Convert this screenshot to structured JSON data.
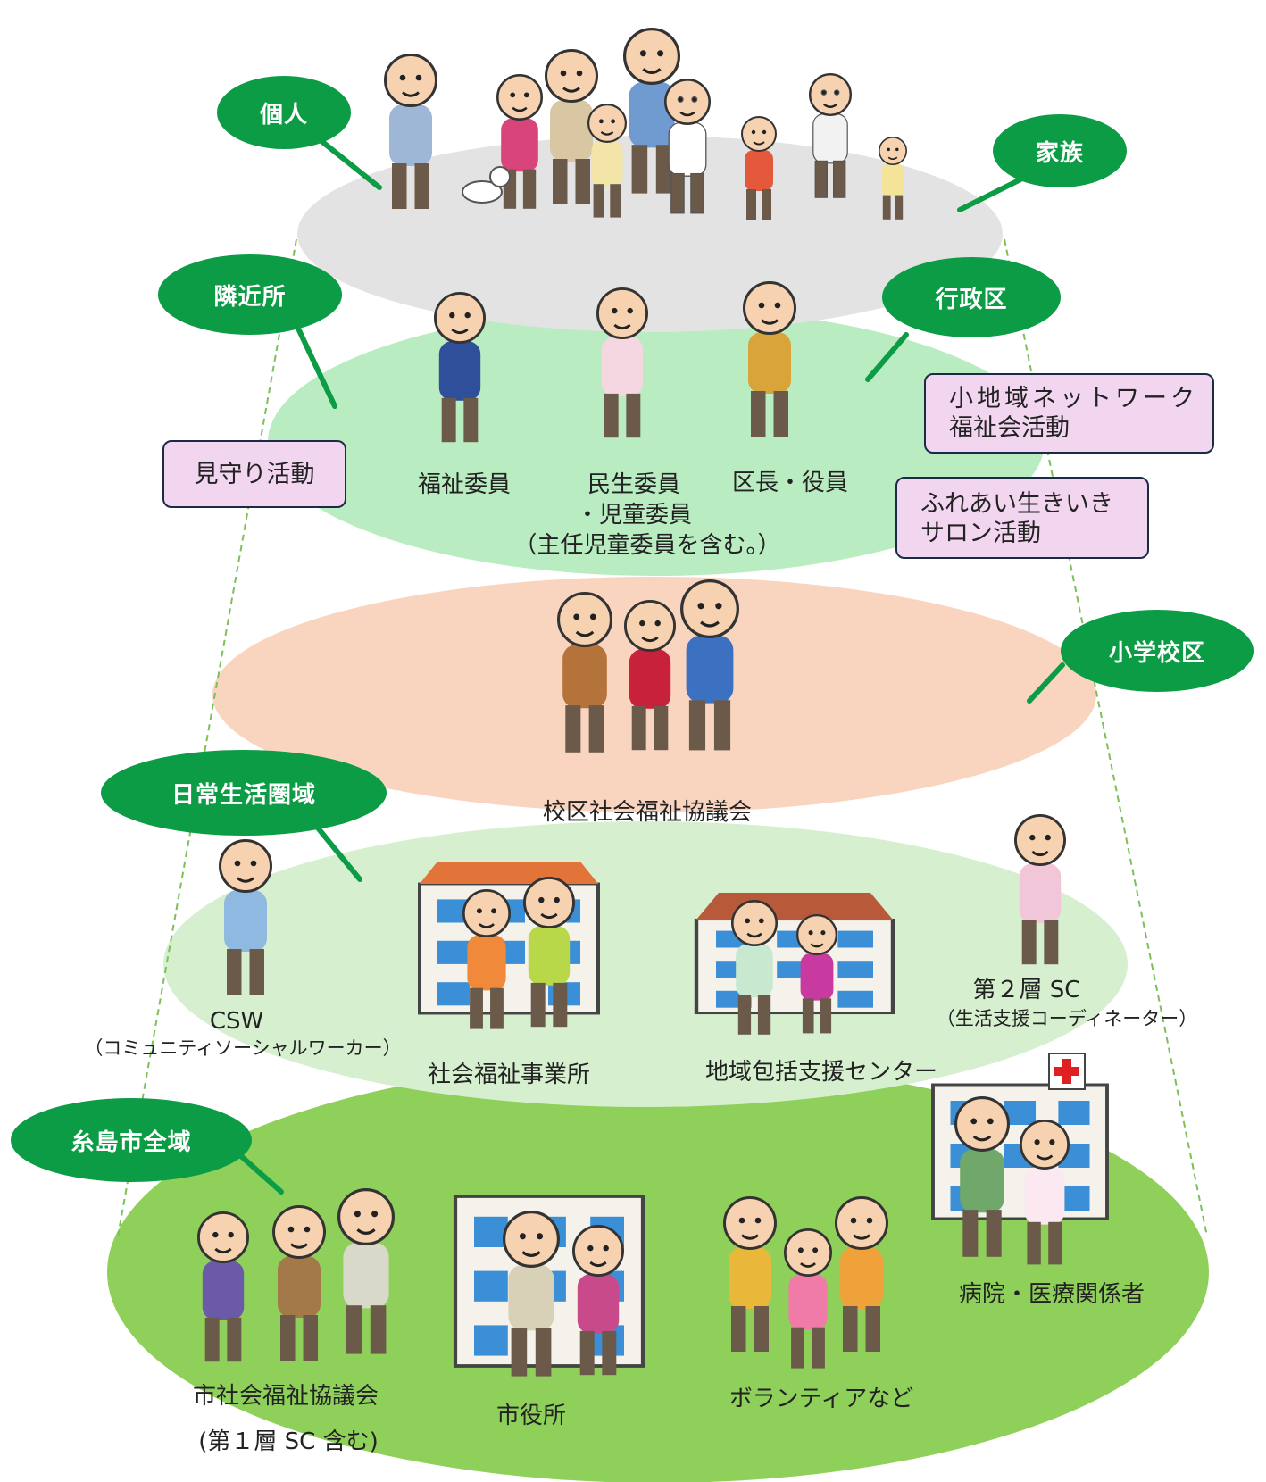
{
  "colors": {
    "layer_individual": "#e3e3e3",
    "layer_neighborhood": "#b9ecc0",
    "layer_school": "#f9d5c0",
    "layer_daily": "#d6f0cf",
    "layer_city": "#8fd05a",
    "bubble_green": "#0b9c45",
    "activity_box": "#f2d6f0",
    "guide_line": "#7cc05a"
  },
  "bubbles": {
    "individual": "個人",
    "family": "家族",
    "neighborhood": "隣近所",
    "admin_district": "行政区",
    "school_district": "小学校区",
    "daily_life_area": "日常生活圏域",
    "city_wide": "糸島市全域"
  },
  "activities": {
    "watching": "見守り活動",
    "small_network_line1": "小地域ネットワーク",
    "small_network_line2": "福祉会活動",
    "salon_line1": "ふれあい生きいき",
    "salon_line2": "サロン活動"
  },
  "roles": {
    "welfare_member": "福祉委員",
    "minsei_line1": "民生委員",
    "minsei_line2": "・児童委員",
    "minsei_line3": "（主任児童委員を含む。）",
    "ward_chief": "区長・役員",
    "school_council": "校区社会福祉協議会",
    "csw_line1": "CSW",
    "csw_line2": "（コミュニティソーシャルワーカー）",
    "welfare_office": "社会福祉事業所",
    "support_center": "地域包括支援センター",
    "sc2_line1": "第２層 SC",
    "sc2_line2": "（生活支援コーディネーター）",
    "city_council_line1": "市社会福祉協議会",
    "city_council_line2": "(第１層 SC 含む)",
    "city_hall": "市役所",
    "volunteers": "ボランティアなど",
    "hospital": "病院・医療関係者"
  }
}
